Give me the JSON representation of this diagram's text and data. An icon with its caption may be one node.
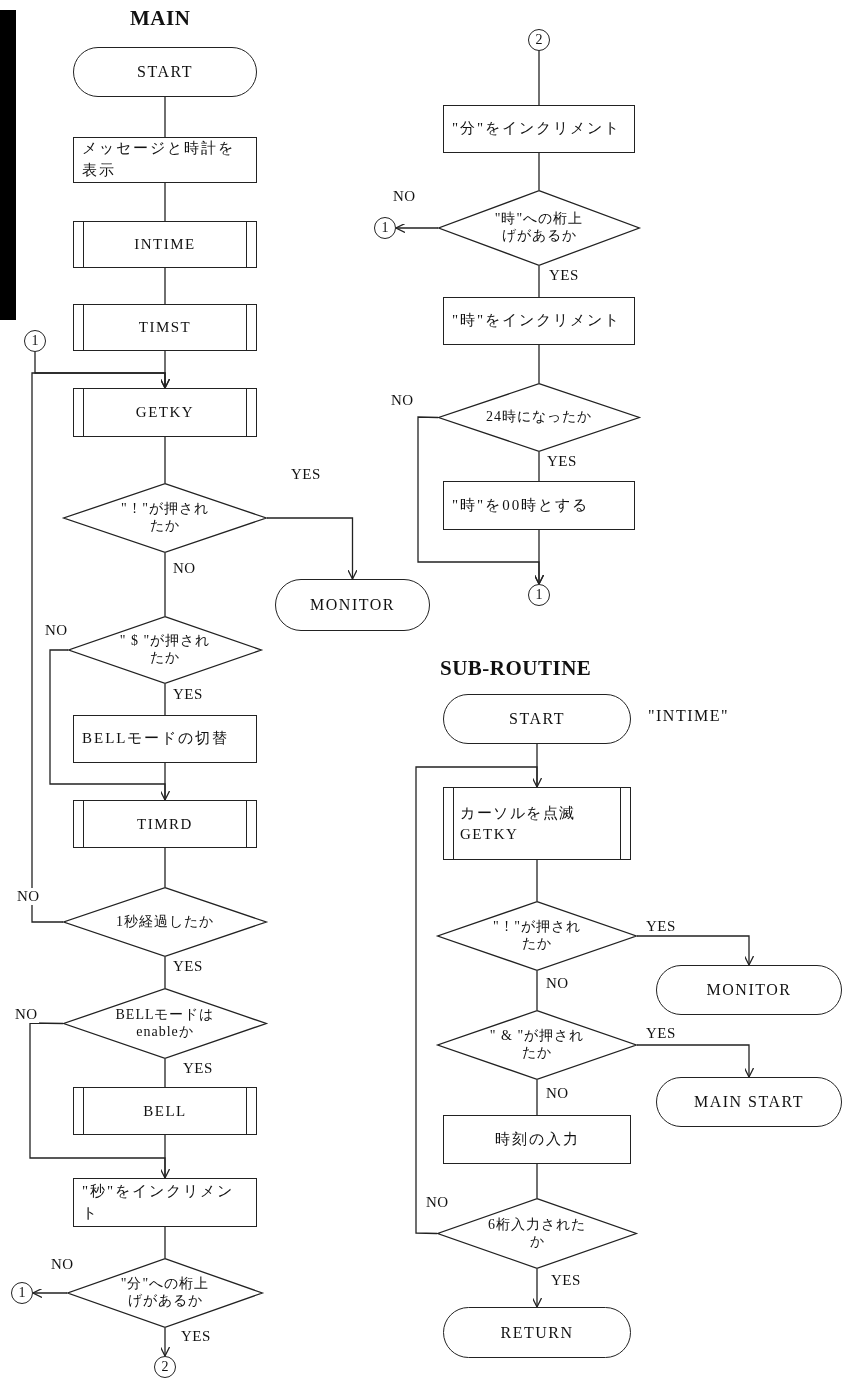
{
  "diagram": {
    "nodes": [
      {
        "text": [
          "START"
        ]
      },
      {
        "text": [
          "メッセージと時計を表示"
        ]
      },
      {
        "text": [
          "INTIME"
        ]
      },
      {
        "text": [
          "TIMST"
        ]
      },
      {
        "text": [
          "1"
        ]
      },
      {
        "text": [
          "GETKY"
        ]
      },
      {
        "text": [
          "\" ! \"が押されたか"
        ]
      },
      {
        "text": [
          "MONITOR"
        ]
      },
      {
        "text": [
          "\" $ \"が押されたか"
        ]
      },
      {
        "text": [
          "BELLモードの切替"
        ]
      },
      {
        "text": [
          "TIMRD"
        ]
      },
      {
        "text": [
          "1秒経過したか"
        ]
      },
      {
        "text": [
          "BELLモードはenableか"
        ]
      },
      {
        "text": [
          "BELL"
        ]
      },
      {
        "text": [
          "\"秒\"をインクリメント"
        ]
      },
      {
        "text": [
          "\"分\"への桁上げがあるか"
        ]
      },
      {
        "text": [
          "1"
        ]
      },
      {
        "text": [
          "2"
        ]
      },
      {
        "text": [
          "2"
        ]
      },
      {
        "text": [
          "\"分\"をインクリメント"
        ]
      },
      {
        "text": [
          "\"時\"への桁上げがあるか"
        ]
      },
      {
        "text": [
          "1"
        ]
      },
      {
        "text": [
          "\"時\"をインクリメント"
        ]
      },
      {
        "text": [
          "24時になったか"
        ]
      },
      {
        "text": [
          "\"時\"を00時とする"
        ]
      },
      {
        "text": [
          "1"
        ]
      },
      {
        "text": [
          "START"
        ],
        "beside": [
          "\"INTIME\""
        ]
      },
      {
        "text": [
          "カーソルを点滅 GETKY"
        ]
      },
      {
        "text": [
          "\" ! \"が押されたか"
        ]
      },
      {
        "text": [
          "MONITOR"
        ]
      },
      {
        "text": [
          "\" & \"が押されたか"
        ]
      },
      {
        "text": [
          "MAIN START"
        ]
      },
      {
        "text": [
          "時刻の入力"
        ]
      },
      {
        "text": [
          "6桁入力されたか"
        ]
      },
      {
        "text": [
          "RETURN"
        ]
      }
    ],
    "edges": [
      {
        "from": 0,
        "to": 1,
        "arrow": "none"
      },
      {
        "from": 1,
        "to": 2,
        "arrow": "none"
      },
      {
        "from": 2,
        "to": 3,
        "arrow": "none"
      },
      {
        "from": 3,
        "to": 5,
        "arrow": "none"
      },
      {
        "from": 4,
        "to": 5,
        "arrow": "to"
      },
      {
        "from": 5,
        "to": 6,
        "arrow": "none"
      },
      {
        "from": 6,
        "to": 7,
        "arrow": "to",
        "label": "YES"
      },
      {
        "from": 6,
        "to": 8,
        "arrow": "none",
        "label": "NO"
      },
      {
        "from": 8,
        "to": 9,
        "arrow": "none",
        "label": "YES"
      },
      {
        "from": 8,
        "to": 10,
        "arrow": "to",
        "label": "NO"
      },
      {
        "from": 9,
        "to": 10,
        "arrow": "none"
      },
      {
        "from": 10,
        "to": 11,
        "arrow": "none"
      },
      {
        "from": 11,
        "to": 5,
        "arrow": "to",
        "label": "NO"
      },
      {
        "from": 11,
        "to": 12,
        "arrow": "none",
        "label": "YES"
      },
      {
        "from": 12,
        "to": 13,
        "arrow": "none",
        "label": "YES"
      },
      {
        "from": 12,
        "to": 14,
        "arrow": "to",
        "label": "NO"
      },
      {
        "from": 13,
        "to": 14,
        "arrow": "none"
      },
      {
        "from": 14,
        "to": 15,
        "arrow": "none"
      },
      {
        "from": 15,
        "to": 16,
        "arrow": "to",
        "label": "NO"
      },
      {
        "from": 15,
        "to": 17,
        "arrow": "to",
        "label": "YES"
      },
      {
        "from": 18,
        "to": 19,
        "arrow": "none"
      },
      {
        "from": 19,
        "to": 20,
        "arrow": "none"
      },
      {
        "from": 20,
        "to": 21,
        "arrow": "to",
        "label": "NO"
      },
      {
        "from": 20,
        "to": 22,
        "arrow": "none",
        "label": "YES"
      },
      {
        "from": 22,
        "to": 23,
        "arrow": "none"
      },
      {
        "from": 23,
        "to": 24,
        "arrow": "none",
        "label": "YES"
      },
      {
        "from": 24,
        "to": 25,
        "arrow": "to"
      },
      {
        "from": 23,
        "to": 25,
        "arrow": "to",
        "label": "NO"
      },
      {
        "from": 26,
        "to": 27,
        "arrow": "none"
      },
      {
        "from": 27,
        "to": 28,
        "arrow": "none"
      },
      {
        "from": 28,
        "to": 29,
        "arrow": "to",
        "label": "YES"
      },
      {
        "from": 28,
        "to": 30,
        "arrow": "none",
        "label": "NO"
      },
      {
        "from": 30,
        "to": 31,
        "arrow": "to",
        "label": "YES"
      },
      {
        "from": 30,
        "to": 32,
        "arrow": "none",
        "label": "NO"
      },
      {
        "from": 32,
        "to": 33,
        "arrow": "none"
      },
      {
        "from": 33,
        "to": 27,
        "arrow": "to",
        "label": "NO"
      },
      {
        "from": 33,
        "to": 34,
        "arrow": "to",
        "label": "YES"
      }
    ],
    "labels": [
      "MAIN",
      "SUB-ROUTINE"
    ]
  }
}
